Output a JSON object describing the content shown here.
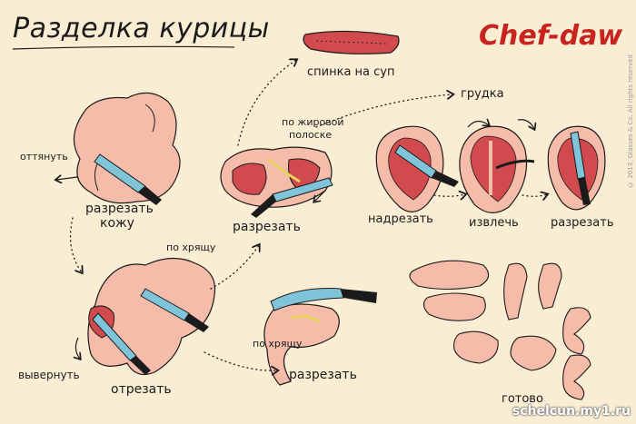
{
  "title": "Разделка курицы",
  "brand": "Chef-daw",
  "credit": "© 2013, Glasses & Co. All rights reserved",
  "website": "schelcun.my1.ru",
  "steps": {
    "pull": "оттянуть",
    "cut_skin": "разрезать",
    "skin": "кожу",
    "along_ridge_top": "по хрящу",
    "twist": "вывернуть",
    "cut_off": "отрезать",
    "back_for_soup": "спинка на суп",
    "along_fat_line_1": "по жировой",
    "along_fat_line_2": "полоске",
    "cut_back": "разрезать",
    "breast": "грудка",
    "incise": "надрезать",
    "extract": "извлечь",
    "cut_breast": "разрезать",
    "along_ridge_bottom": "по хрящу",
    "cut_leg": "разрезать",
    "done": "готово"
  },
  "colors": {
    "background": "#f9eed3",
    "chicken_pink": "#f6bcaa",
    "meat_red": "#d04a4e",
    "blade_blue": "#7fc4d8",
    "outline": "#1b1b1b",
    "brand_red": "#c8231e"
  }
}
